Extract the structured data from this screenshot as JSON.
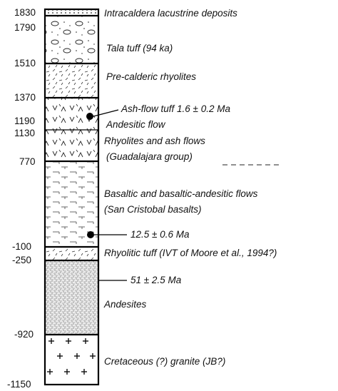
{
  "depths": [
    "1830",
    "1790",
    "1510",
    "1370",
    "1190",
    "1130",
    "770",
    "-100",
    "-250",
    "-920",
    "-1150"
  ],
  "units": [
    {
      "label": "Intracaldera lacustrine deposits",
      "pattern": "dots"
    },
    {
      "label": "Tala tuff (94 ka)",
      "pattern": "ovals"
    },
    {
      "label": "Pre-calderic rhyolites",
      "pattern": "dashes"
    },
    {
      "label": "Ash-flow tuff 1.6 ± 0.2 Ma",
      "pattern": "chevrons"
    },
    {
      "label": "Andesitic flow",
      "pattern": "chevrons"
    },
    {
      "label": "Rhyolites and ash flows",
      "pattern": "chevrons"
    },
    {
      "label": "(Guadalajara group)",
      "pattern": "chevrons"
    },
    {
      "label": "Basaltic and basaltic-andesitic flows",
      "pattern": "bricks"
    },
    {
      "label": "(San Cristobal basalts)",
      "pattern": "bricks"
    },
    {
      "label": "Rhyolitic tuff (IVT of Moore et al., 1994?)",
      "pattern": "dashes"
    },
    {
      "label": "Andesites",
      "pattern": "stipple"
    },
    {
      "label": "Cretaceous (?) granite (JB?)",
      "pattern": "crosses"
    }
  ],
  "dates": [
    {
      "label": "12.5 ± 0.6 Ma"
    },
    {
      "label": "51 ± 2.5 Ma"
    }
  ]
}
